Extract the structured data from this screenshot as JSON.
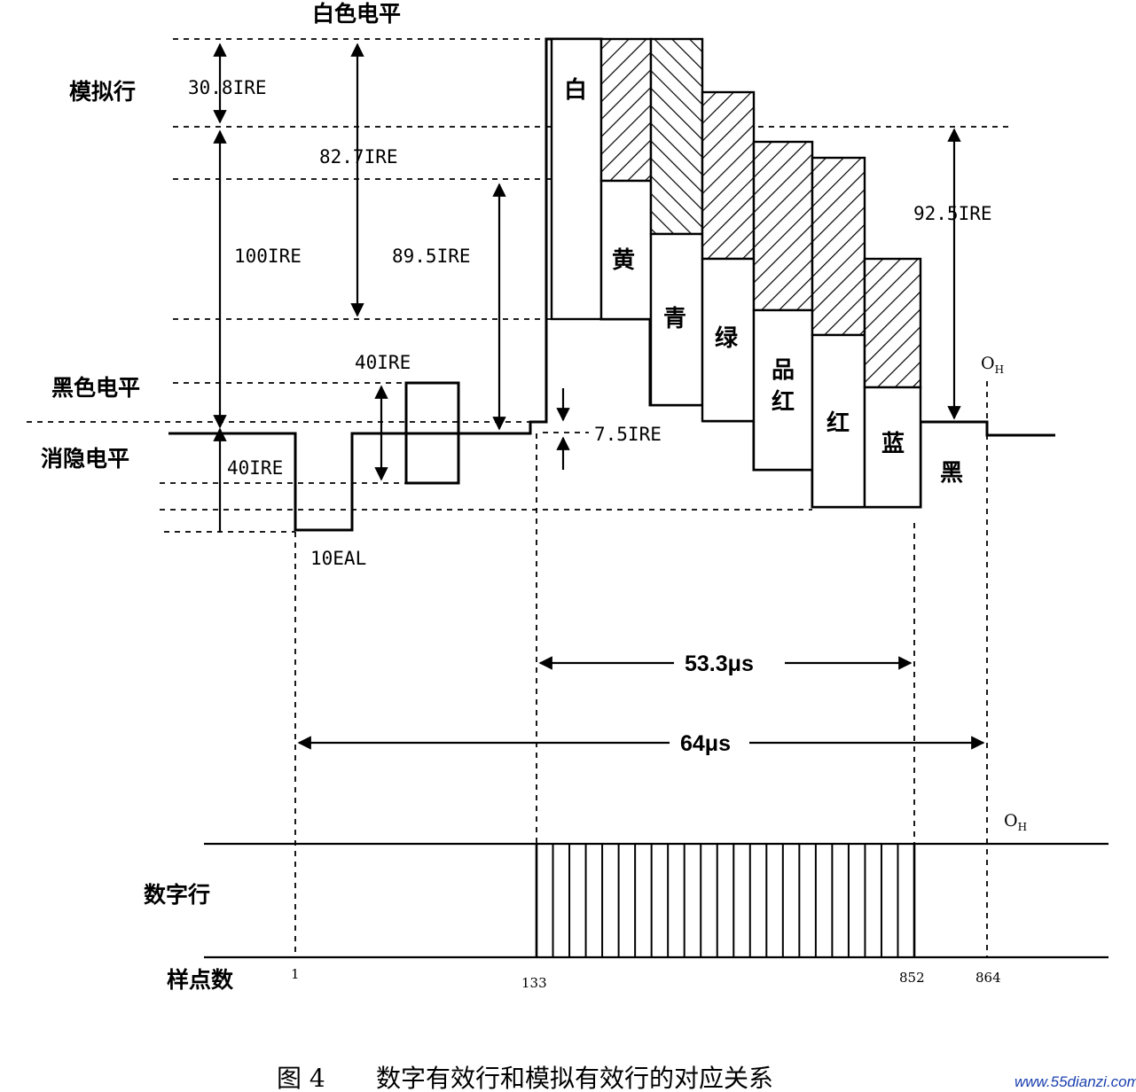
{
  "levels": {
    "white_level": "白色电平",
    "analog_line": "模拟行",
    "black_level": "黑色电平",
    "blanking_level": "消隐电平"
  },
  "measurements": {
    "ire_30_8": "30.8IRE",
    "ire_82_7": "82.7IRE",
    "ire_100": "100IRE",
    "ire_89_5": "89.5IRE",
    "ire_40_burst": "40IRE",
    "ire_40_sync": "40IRE",
    "eal_10": "10EAL",
    "ire_7_5": "7.5IRE",
    "ire_92_5": "92.5IRE"
  },
  "color_bars": [
    "白",
    "黄",
    "青",
    "绿",
    "品",
    "红",
    "红",
    "蓝",
    "黑"
  ],
  "timing": {
    "active": "53.3μs",
    "line": "64μs",
    "oh_top": "O",
    "oh_top_sub": "H",
    "oh_bottom": "O",
    "oh_bottom_sub": "H"
  },
  "digital": {
    "digital_line": "数字行",
    "sample_count": "样点数",
    "samples": [
      "1",
      "133",
      "852",
      "864"
    ]
  },
  "caption": {
    "figure": "图 4",
    "title": "数字有效行和模拟有效行的对应关系"
  },
  "watermark": "www.55dianzi.com"
}
